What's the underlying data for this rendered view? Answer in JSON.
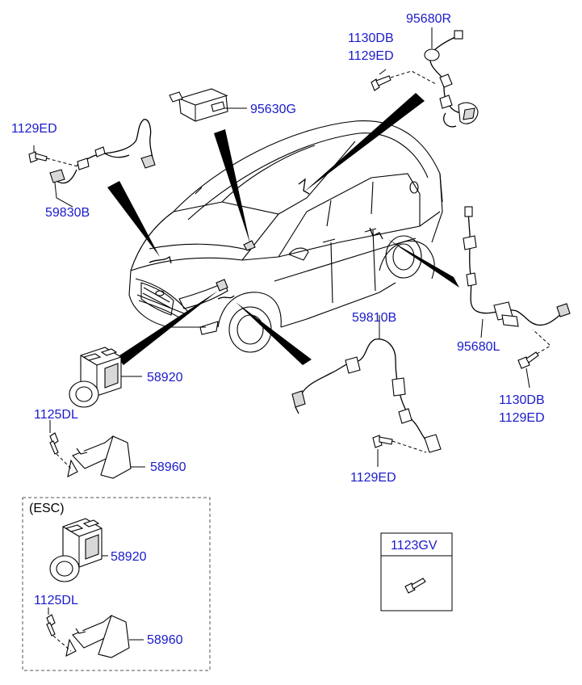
{
  "labels": {
    "r_95680R": "95680R",
    "r_1130DB_top": "1130DB",
    "r_1129ED_top": "1129ED",
    "r_95630G": "95630G",
    "r_1129ED_left": "1129ED",
    "r_59830B": "59830B",
    "r_59810B": "59810B",
    "r_95680L": "95680L",
    "r_1130DB_right": "1130DB",
    "r_1129ED_right": "1129ED",
    "r_58920_a": "58920",
    "r_1125DL_a": "1125DL",
    "r_58960_a": "58960",
    "r_1129ED_bottom": "1129ED",
    "esc_tag": "(ESC)",
    "r_58920_b": "58920",
    "r_1125DL_b": "1125DL",
    "r_58960_b": "58960",
    "r_1123GV": "1123GV"
  },
  "colors": {
    "label_blue": "#1a1acc",
    "line": "#000000"
  }
}
